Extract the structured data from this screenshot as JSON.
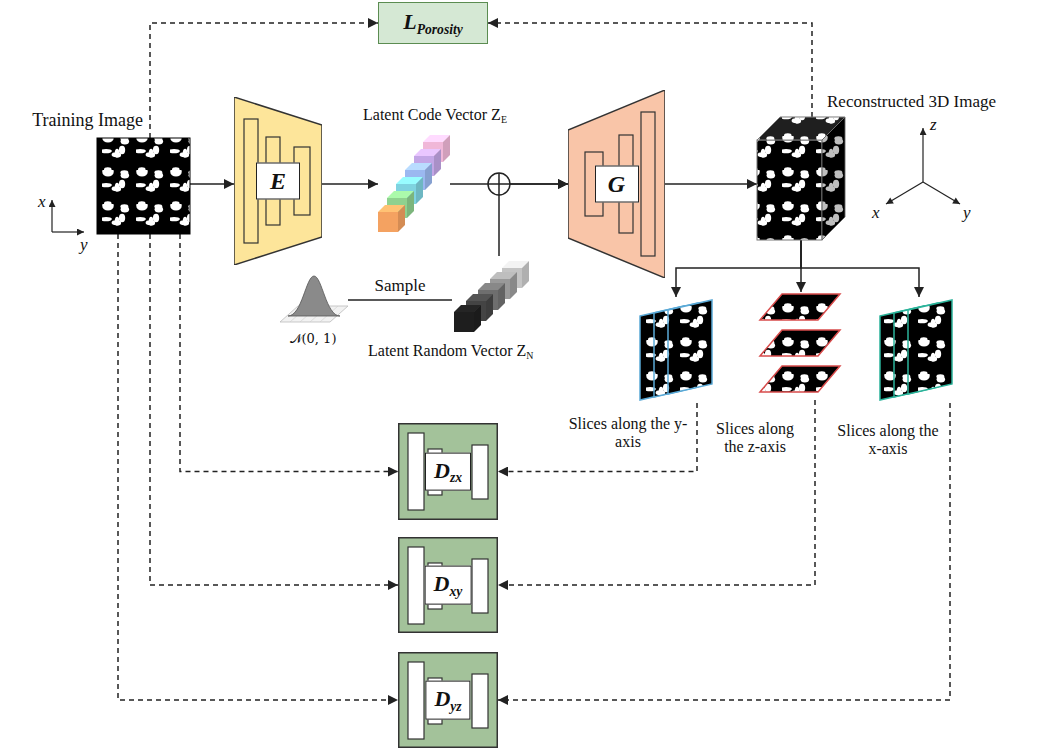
{
  "diagram": {
    "nodes": [
      {
        "text": [
          "L",
          "Porosity"
        ]
      },
      {
        "text": [
          "Training Image"
        ]
      },
      {
        "text": [
          "E"
        ]
      },
      {
        "text": [
          "Latent Code Vector Z",
          "E"
        ]
      },
      {
        "text": [
          "G"
        ]
      },
      {
        "text": [
          "Reconstructed 3D Image"
        ]
      },
      {
        "text": [
          "𝒩(0, 1)"
        ]
      },
      {
        "text": [
          "Latent Random Vector Z",
          "N"
        ]
      },
      {
        "text": [
          "Slices along the y-axis"
        ]
      },
      {
        "text": [
          "Slices along the z-axis"
        ]
      },
      {
        "text": [
          "Slices along the x-axis"
        ]
      },
      {
        "text": [
          "D",
          "zx"
        ]
      },
      {
        "text": [
          "D",
          "xy"
        ]
      },
      {
        "text": [
          "D",
          "yz"
        ]
      }
    ],
    "edges": [
      {
        "from": 1,
        "to": 2,
        "arrow": "to"
      },
      {
        "from": 2,
        "to": 3,
        "arrow": "to"
      },
      {
        "from": 3,
        "to": 4,
        "arrow": "to"
      },
      {
        "from": 7,
        "to": 4,
        "arrow": "to"
      },
      {
        "from": 6,
        "to": 7,
        "label": "Sample",
        "arrow": "none"
      },
      {
        "from": 4,
        "to": 5,
        "arrow": "to"
      },
      {
        "from": 5,
        "to": 8,
        "arrow": "to"
      },
      {
        "from": 5,
        "to": 9,
        "arrow": "to"
      },
      {
        "from": 5,
        "to": 10,
        "arrow": "to"
      },
      {
        "from": 1,
        "to": 0,
        "arrow": "to"
      },
      {
        "from": 5,
        "to": 0,
        "arrow": "to"
      },
      {
        "from": 1,
        "to": 11,
        "arrow": "to"
      },
      {
        "from": 1,
        "to": 12,
        "arrow": "to"
      },
      {
        "from": 1,
        "to": 13,
        "arrow": "to"
      },
      {
        "from": 8,
        "to": 11,
        "arrow": "to"
      },
      {
        "from": 9,
        "to": 12,
        "arrow": "to"
      },
      {
        "from": 10,
        "to": 13,
        "arrow": "to"
      }
    ],
    "labels": [
      "x",
      "y",
      "z",
      "x",
      "y"
    ]
  }
}
